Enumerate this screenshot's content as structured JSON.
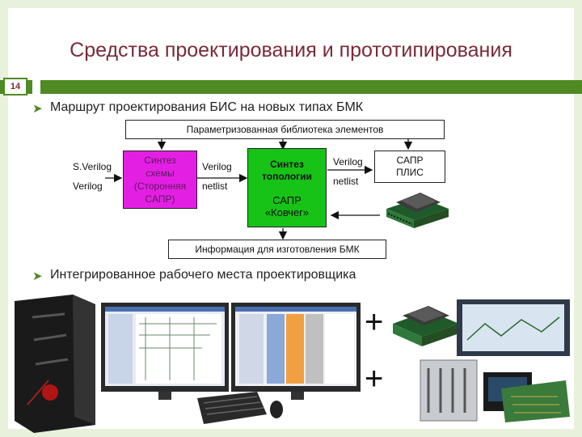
{
  "slide": {
    "title": "Средства проектирования и прототипирования",
    "page_number": "14"
  },
  "bullets": [
    {
      "text": "Маршрут проектирования БИС на новых типах БМК"
    },
    {
      "text": "Интегрированное рабочего места проектировщика"
    }
  ],
  "diagram": {
    "library": "Параметризованная библиотека элементов",
    "input1": "S.Verilog",
    "input2": "Verilog",
    "synth_schema": [
      "Синтез",
      "схемы",
      "(Сторонняя",
      "САПР)"
    ],
    "verilog1": "Verilog",
    "netlist1": "netlist",
    "synth_topology": [
      "Синтез",
      "топологии"
    ],
    "sapr_kovcheg": [
      "САПР",
      "«Ковчег»"
    ],
    "verilog2": "Verilog",
    "netlist2": "netlist",
    "sapr_plis": [
      "САПР",
      "ПЛИС"
    ],
    "manufacturing": "Информация для изготовления БМК"
  },
  "plus_signs": [
    "+",
    "+"
  ],
  "colors": {
    "accent_green": "#4f8a22",
    "title": "#7a2a3a",
    "magenta": "#e41fe4",
    "green_block": "#17c317"
  }
}
